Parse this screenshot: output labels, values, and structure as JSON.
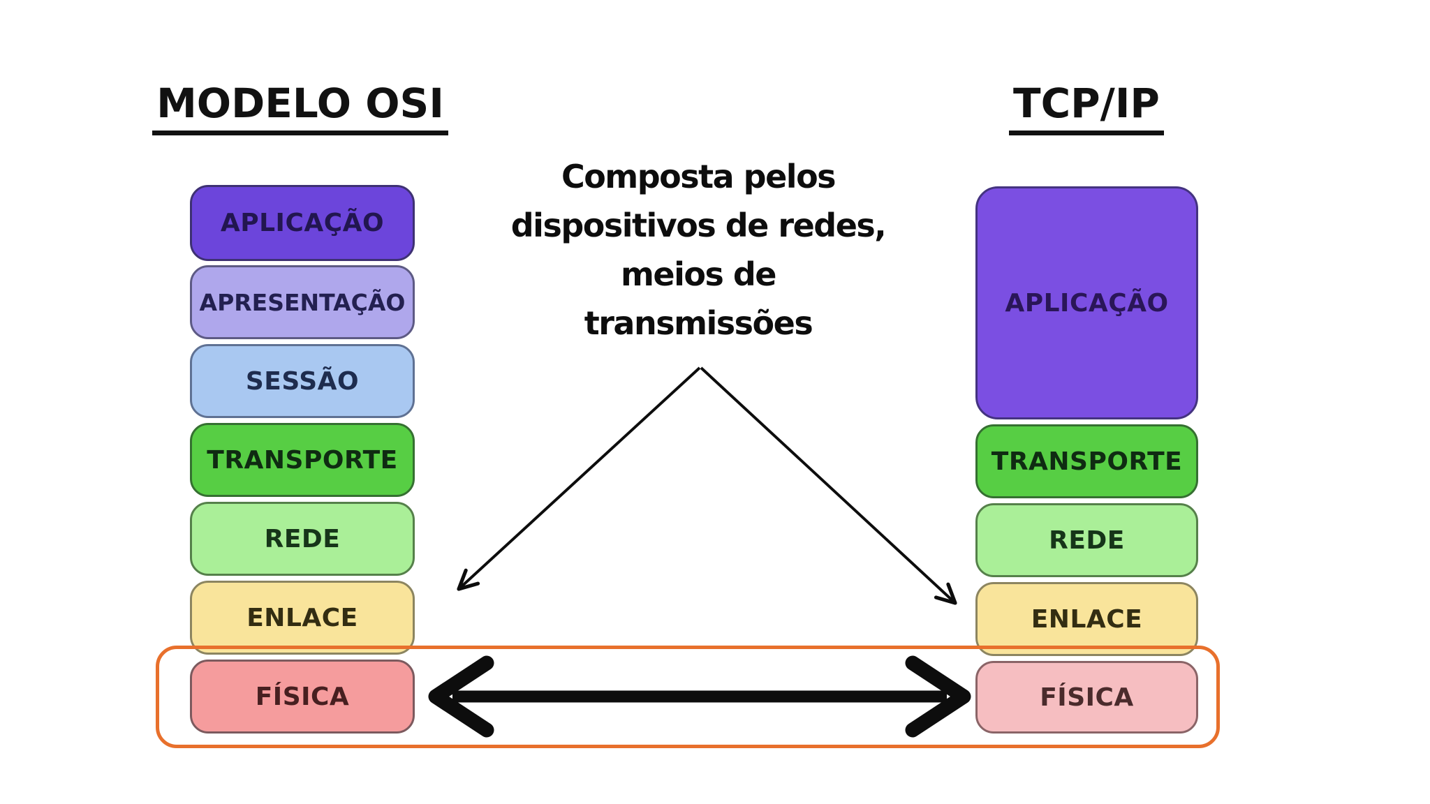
{
  "osi": {
    "title": "MODELO OSI",
    "layers": [
      {
        "label": "APLICAÇÃO",
        "fill": "#6c45db",
        "border": "#3e3173",
        "text_color": "#221650"
      },
      {
        "label": "APRESENTAÇÃO",
        "fill": "#afa7ec",
        "border": "#5d5a84",
        "text_color": "#232050"
      },
      {
        "label": "SESSÃO",
        "fill": "#a9c8f1",
        "border": "#5f7193",
        "text_color": "#1e2c4e"
      },
      {
        "label": "TRANSPORTE",
        "fill": "#57ce44",
        "border": "#357031",
        "text_color": "#0f2b12"
      },
      {
        "label": "REDE",
        "fill": "#aaef98",
        "border": "#55804a",
        "text_color": "#163519"
      },
      {
        "label": "ENLACE",
        "fill": "#f9e49b",
        "border": "#8c8560",
        "text_color": "#332d12"
      },
      {
        "label": "FÍSICA",
        "fill": "#f59c9d",
        "border": "#7c5a5e",
        "text_color": "#471f20"
      }
    ]
  },
  "tcpip": {
    "title": "TCP/IP",
    "layers": [
      {
        "label": "APLICAÇÃO",
        "fill": "#7b4fe2",
        "border": "#443380",
        "text_color": "#2a1658"
      },
      {
        "label": "TRANSPORTE",
        "fill": "#57ce44",
        "border": "#357031",
        "text_color": "#0f2b12"
      },
      {
        "label": "REDE",
        "fill": "#aaef98",
        "border": "#55804a",
        "text_color": "#163519"
      },
      {
        "label": "ENLACE",
        "fill": "#f9e49b",
        "border": "#8c8560",
        "text_color": "#332d12"
      },
      {
        "label": "FÍSICA",
        "fill": "#f6bec1",
        "border": "#8a6467",
        "text_color": "#4a2b2c"
      }
    ]
  },
  "annotation": {
    "lines": [
      "Composta pelos",
      "dispositivos de redes,",
      "meios de",
      "transmissões"
    ]
  },
  "colors": {
    "background": "#ffffff",
    "title_text": "#111111",
    "arrow": "#0d0d0d",
    "highlight_frame": "#e8702c"
  }
}
